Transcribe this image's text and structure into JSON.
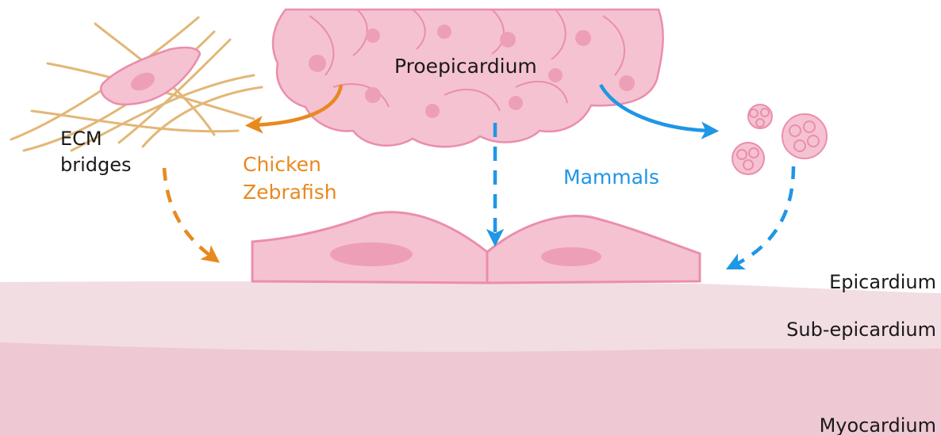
{
  "labels": {
    "proepicardium": "Proepicardium",
    "ecm_line1": "ECM",
    "ecm_line2": "bridges",
    "chicken": "Chicken",
    "zebrafish": "Zebrafish",
    "mammals": "Mammals",
    "epicardium": "Epicardium",
    "sub_epicardium": "Sub-epicardium",
    "myocardium": "Myocardium"
  },
  "colors": {
    "orange_path": "#e8891f",
    "blue_path": "#1f96e6",
    "cell_fill": "#f5c2d2",
    "cell_stroke": "#ea8eac",
    "nucleus": "#ee9fb8",
    "ecm_fibers": "#e2b776",
    "sub_epicardium_layer": "#f2dde3",
    "myocardium_layer": "#eec8d3",
    "text_dark": "#1a1a1a"
  }
}
